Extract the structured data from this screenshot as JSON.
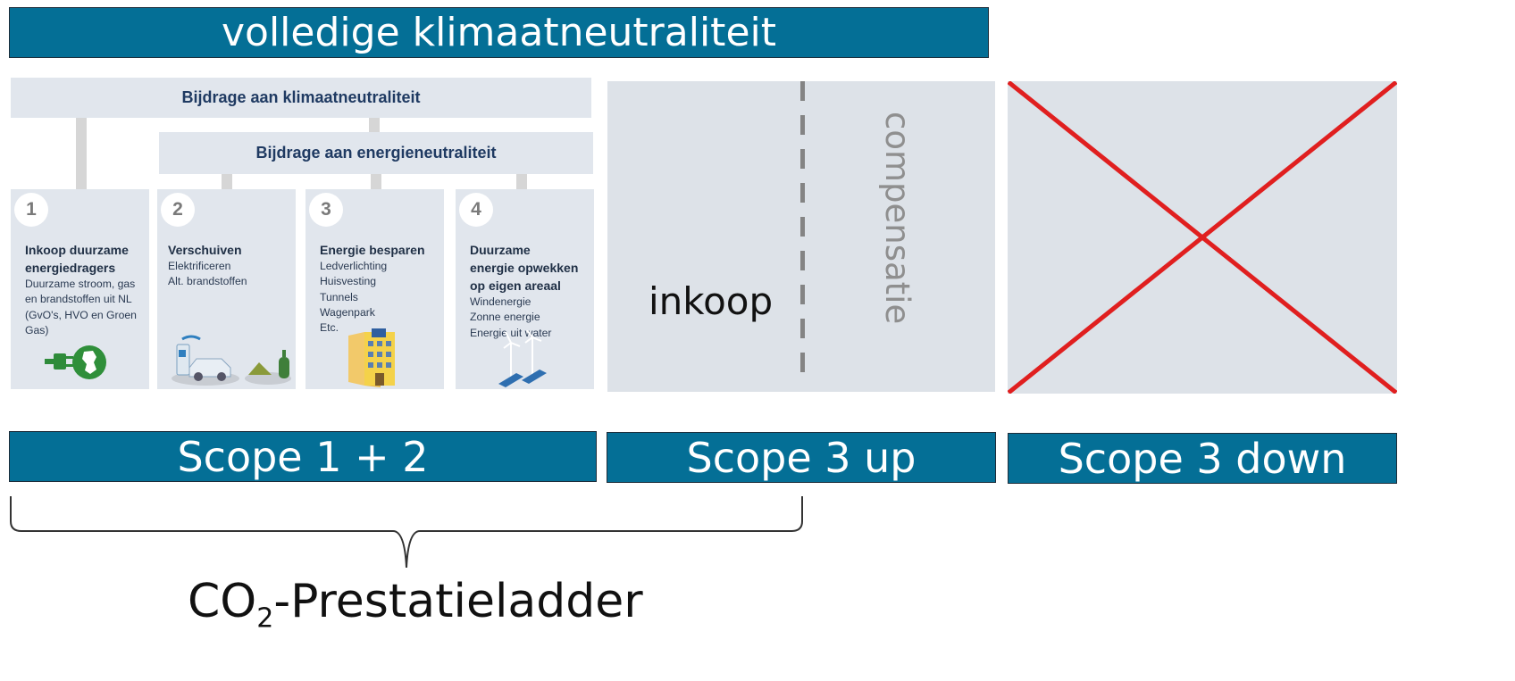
{
  "top_banner": {
    "label": "volledige klimaatneutraliteit"
  },
  "bars": {
    "klimaat": "Bijdrage aan klimaatneutraliteit",
    "energie": "Bijdrage aan energieneutraliteit"
  },
  "cards": [
    {
      "number": "1",
      "title_lines": [
        "Inkoop duurzame",
        "energiedragers"
      ],
      "text_lines": [
        "Duurzame stroom, gas",
        "en brandstoffen uit NL",
        "(GvO's, HVO en Groen",
        "Gas)"
      ],
      "icon": "green-energy-plug-icon"
    },
    {
      "number": "2",
      "title_lines": [
        "Verschuiven"
      ],
      "text_lines": [
        "Elektrificeren",
        "Alt. brandstoffen"
      ],
      "icon": "electric-car-charging-icon"
    },
    {
      "number": "3",
      "title_lines": [
        "Energie besparen"
      ],
      "text_lines": [
        "Ledverlichting",
        "Huisvesting",
        "Tunnels",
        "Wagenpark",
        "Etc."
      ],
      "icon": "building-icon"
    },
    {
      "number": "4",
      "title_lines": [
        "Duurzame",
        "energie opwekken",
        "op eigen areaal"
      ],
      "text_lines": [
        "Windenergie",
        "Zonne energie",
        "Energie uit water"
      ],
      "icon": "wind-solar-icon"
    }
  ],
  "scope3up_panel": {
    "inkoop": "inkoop",
    "compensatie": "compensatie"
  },
  "scope3down_panel": {
    "cross_color": "#e01f1f"
  },
  "scope_banners": {
    "s12": "Scope 1 + 2",
    "s3up": "Scope 3 up",
    "s3down": "Scope 3 down"
  },
  "ladder": {
    "label_prefix": "CO",
    "label_sub": "2",
    "label_suffix": "-Prestatieladder"
  },
  "colors": {
    "banner": "#046f96",
    "bar": "#e1e6ed",
    "title_text": "#1f3a62"
  }
}
